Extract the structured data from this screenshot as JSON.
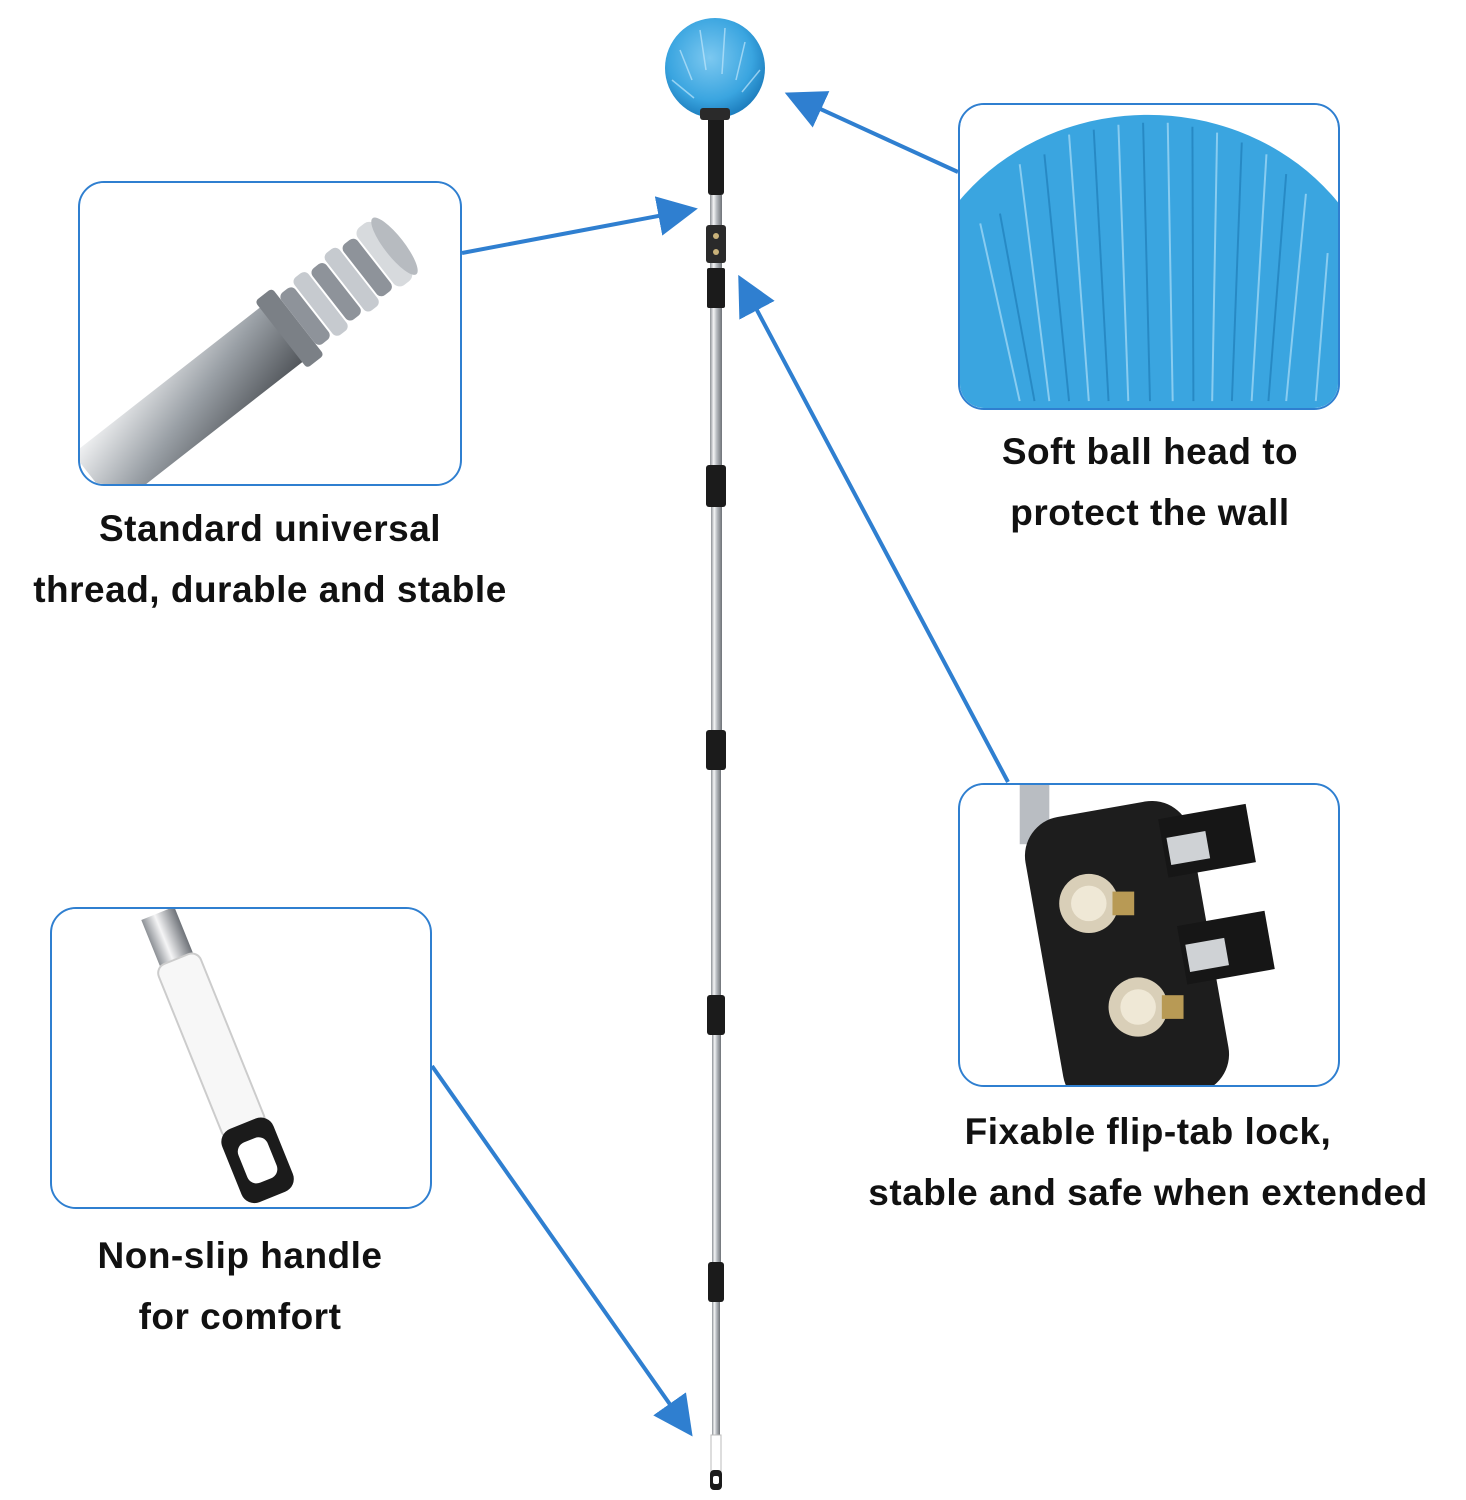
{
  "product": {
    "image_name": "telescopic-cobweb-duster-pole",
    "colors": {
      "accent": "#2f7fd0",
      "brush": "#3aa5e0",
      "pole": "#c9ccd0",
      "grip": "#1b1b1b"
    }
  },
  "callouts": [
    {
      "id": "thread",
      "icon": "threaded-tip-photo",
      "lines": [
        "Standard universal",
        "thread, durable and stable"
      ]
    },
    {
      "id": "ball-head",
      "icon": "blue-bristle-ball-photo",
      "lines": [
        "Soft ball head to",
        "protect the wall"
      ]
    },
    {
      "id": "lock",
      "icon": "flip-tab-lock-photo",
      "lines": [
        "Fixable flip-tab lock,",
        "stable and safe when extended"
      ]
    },
    {
      "id": "handle",
      "icon": "white-handle-photo",
      "lines": [
        "Non-slip handle",
        "for comfort"
      ]
    }
  ]
}
